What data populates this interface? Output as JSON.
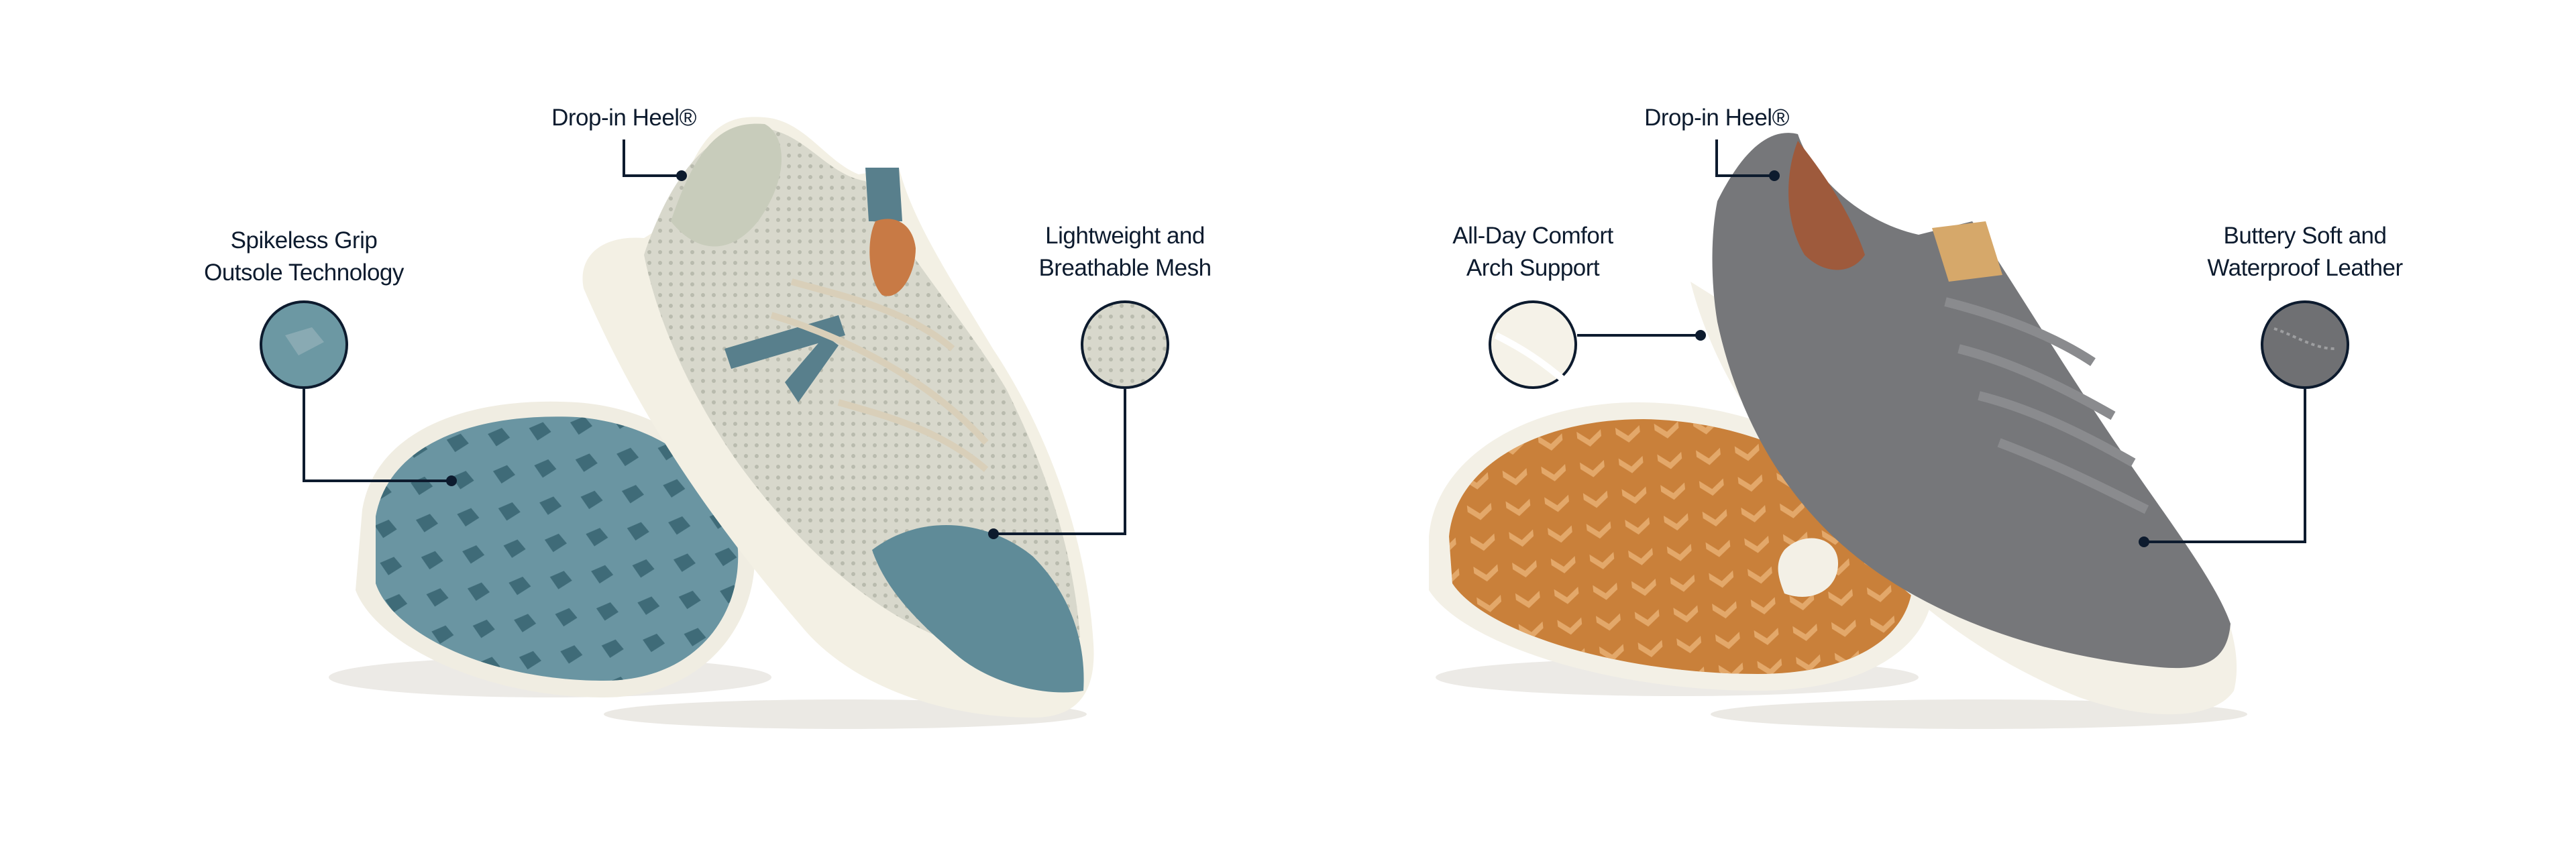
{
  "left_shoe": {
    "callouts": {
      "drop_in_heel": "Drop-in Heel®",
      "spikeless_grip": [
        "Spikeless Grip",
        "Outsole Technology"
      ],
      "mesh": [
        "Lightweight and",
        "Breathable Mesh"
      ]
    }
  },
  "right_shoe": {
    "callouts": {
      "drop_in_heel": "Drop-in Heel®",
      "arch_support": [
        "All-Day Comfort",
        "Arch Support"
      ],
      "leather": [
        "Buttery Soft and",
        "Waterproof Leather"
      ]
    }
  },
  "colors": {
    "text": "#0d1b2e",
    "line": "#0d1b2e",
    "left_outsole": "#5f8b98",
    "left_upper": "#d4d6c9",
    "right_upper": "#76777a",
    "right_outsole": "#c9803a",
    "midsole": "#f3f0e6"
  }
}
